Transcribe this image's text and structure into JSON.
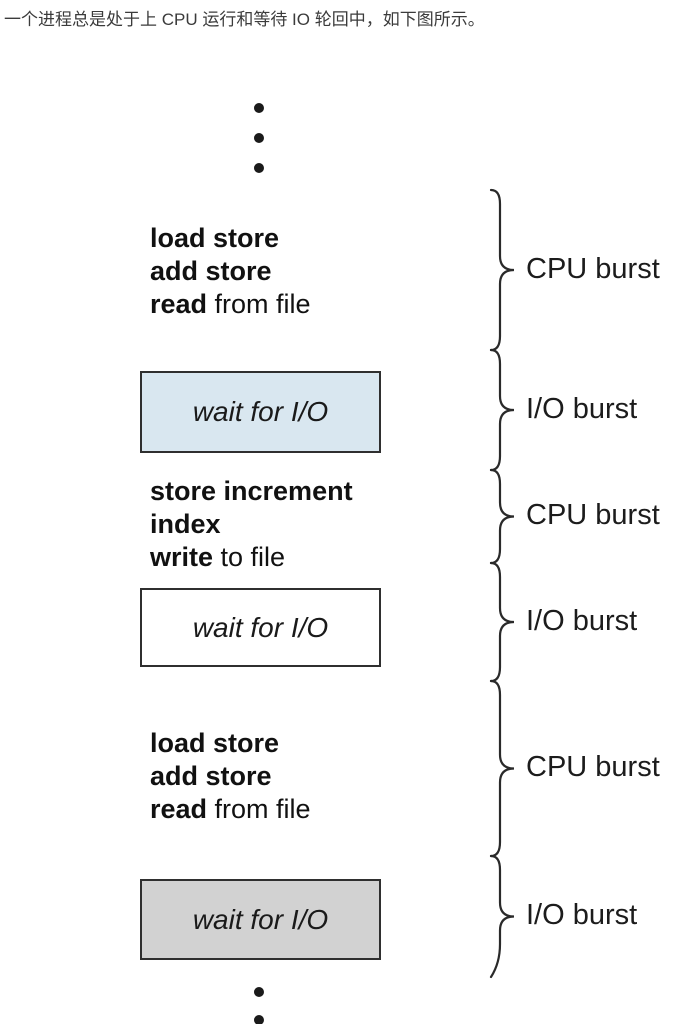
{
  "caption": "一个进程总是处于上 CPU 运行和等待 IO 轮回中，如下图所示。",
  "diagram": {
    "code_blocks": [
      {
        "lines": [
          {
            "b": "load store",
            "r": ""
          },
          {
            "b": "add store",
            "r": ""
          },
          {
            "b": "read",
            "r": " from file"
          }
        ]
      },
      {
        "lines": [
          {
            "b": "store increment",
            "r": ""
          },
          {
            "b": "index",
            "r": ""
          },
          {
            "b": "write",
            "r": " to file"
          }
        ]
      },
      {
        "lines": [
          {
            "b": "load store",
            "r": ""
          },
          {
            "b": "add store",
            "r": ""
          },
          {
            "b": "read",
            "r": " from file"
          }
        ]
      }
    ],
    "wait_boxes": [
      {
        "text": "wait for I/O",
        "fill": "#d9e7f0"
      },
      {
        "text": "wait for I/O",
        "fill": "#ffffff"
      },
      {
        "text": "wait for I/O",
        "fill": "#d2d2d2"
      }
    ],
    "braces": [
      {
        "label": "CPU burst"
      },
      {
        "label": "I/O burst"
      },
      {
        "label": "CPU burst"
      },
      {
        "label": "I/O burst"
      },
      {
        "label": "CPU burst"
      },
      {
        "label": "I/O burst"
      }
    ],
    "colors": {
      "box_border": "#2f2f2f",
      "ink": "#1a1a1a",
      "io_wait_fill_blue": "#d9e7f0",
      "io_wait_fill_white": "#ffffff",
      "io_wait_fill_gray": "#d2d2d2"
    }
  }
}
